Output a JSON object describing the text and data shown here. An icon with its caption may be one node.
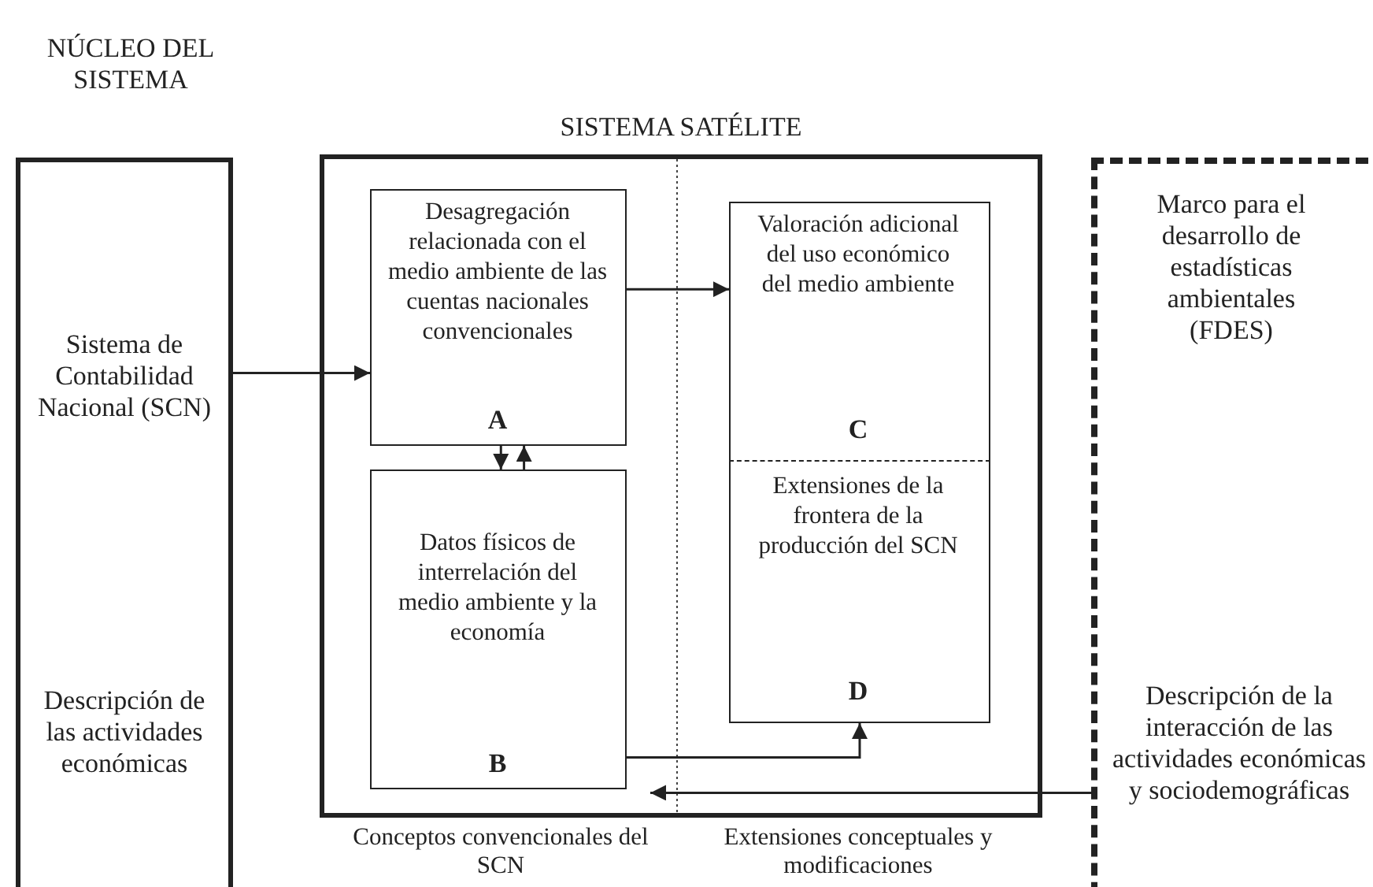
{
  "diagram": {
    "nodes": [
      {
        "text": [
          "NÚCLEO DEL SISTEMA",
          "Sistema de Contabilidad Nacional (SCN)",
          "Descripción de las actividades económicas"
        ]
      },
      {
        "text": [
          "SISTEMA SATÉLITE"
        ]
      },
      {
        "text": [
          "Desagregación relacionada con el medio ambiente de las cuentas nacionales convencionales",
          "A"
        ],
        "in": 1
      },
      {
        "text": [
          "Datos físicos de interrelación del medio ambiente y la economía",
          "B"
        ],
        "in": 1
      },
      {
        "text": [
          "Valoración adicional del uso económico del medio ambiente",
          "C"
        ],
        "in": 1
      },
      {
        "text": [
          "Extensiones de la frontera de la producción del SCN",
          "D"
        ],
        "in": 1
      },
      {
        "text": [
          "Marco para el desarrollo de estadísticas ambientales (FDES)",
          "Descripción de la interacción de las actividades económicas y sociodemográficas"
        ]
      }
    ],
    "edges": [
      {
        "from": 0,
        "to": 2,
        "arrow": "to"
      },
      {
        "from": 2,
        "to": 4,
        "arrow": "to"
      },
      {
        "from": 2,
        "to": 3,
        "arrow": "to"
      },
      {
        "from": 3,
        "to": 2,
        "arrow": "to"
      },
      {
        "from": 3,
        "to": 5,
        "arrow": "to"
      },
      {
        "from": 6,
        "to": 1,
        "arrow": "to"
      }
    ],
    "labels": [
      "Conceptos convencionales del SCN",
      "Extensiones conceptuales y modificaciones"
    ]
  }
}
